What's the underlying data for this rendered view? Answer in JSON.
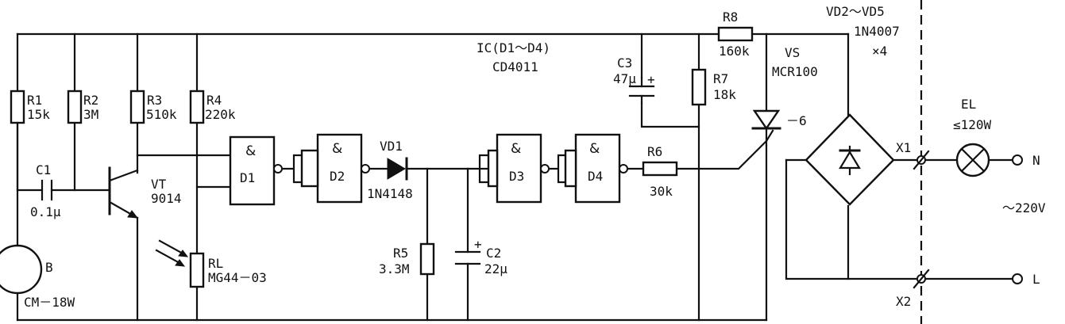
{
  "labels": {
    "r1": "R1",
    "r1_val": "15k",
    "r2": "R2",
    "r2_val": "3M",
    "r3": "R3",
    "r3_val": "510k",
    "r4": "R4",
    "r4_val": "220k",
    "c1": "C1",
    "c1_val": "0.1μ",
    "vt": "VT",
    "vt_val": "9014",
    "b": "B",
    "b_val": "CM－18W",
    "rl": "RL",
    "rl_val": "MG44－03",
    "gate_symbol": "&",
    "d1": "D1",
    "d2": "D2",
    "d3": "D3",
    "d4": "D4",
    "vd1": "VD1",
    "vd1_val": "1N4148",
    "r5": "R5",
    "r5_val": "3.3M",
    "c2": "C2",
    "c2_val": "22μ",
    "ic": "IC(D1～D4)",
    "ic_val": "CD4011",
    "c3": "C3",
    "c3_val": "47μ",
    "r6": "R6",
    "r6_val": "30k",
    "r7": "R7",
    "r7_val": "18k",
    "r8": "R8",
    "r8_val": "160k",
    "vs": "VS",
    "vs_val": "MCR100",
    "vs_suffix": "－6",
    "vd25": "VD2～VD5",
    "vd25_val": "1N4007",
    "vd25_count": "×4",
    "el": "EL",
    "el_val": "≤120W",
    "x1": "X1",
    "x2": "X2",
    "n": "N",
    "l": "L",
    "mains": "～220V",
    "plus": "+"
  }
}
